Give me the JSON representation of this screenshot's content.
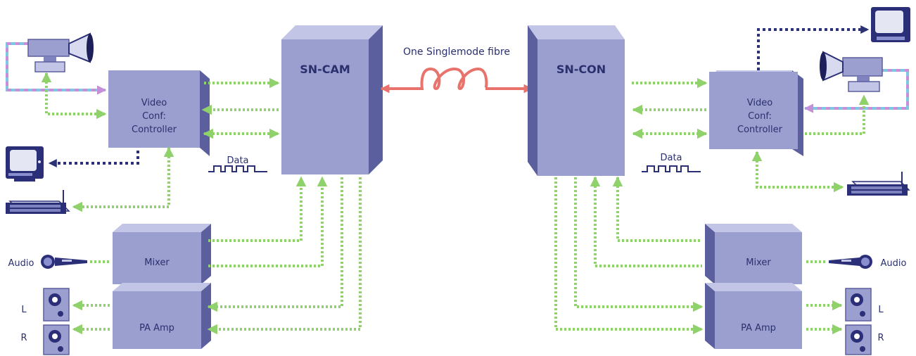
{
  "fibre": {
    "label": "One Singlemode fibre"
  },
  "sn_cam": {
    "title": "SN-CAM"
  },
  "sn_con": {
    "title": "SN-CON"
  },
  "left": {
    "vcc": [
      "Video",
      "Conf:",
      "Controller"
    ],
    "data_label": "Data",
    "mixer": "Mixer",
    "pa_amp": "PA Amp",
    "audio": "Audio",
    "speaker_l": "L",
    "speaker_r": "R"
  },
  "right": {
    "vcc": [
      "Video",
      "Conf:",
      "Controller"
    ],
    "data_label": "Data",
    "mixer": "Mixer",
    "pa_amp": "PA Amp",
    "audio": "Audio",
    "speaker_l": "L",
    "speaker_r": "R"
  },
  "colors": {
    "box_front": "#9b9fcf",
    "box_side": "#5c5f9e",
    "box_top": "#c3c5e6",
    "green_link": "#8fd16a",
    "fibre_red": "#e8736c",
    "video_link": "#b48ad6",
    "video_link_alt": "#7fc6e0",
    "text_navy": "#2a2f6e",
    "monitor_link": "#2d3276",
    "icon_navy": "#2a2f78"
  }
}
